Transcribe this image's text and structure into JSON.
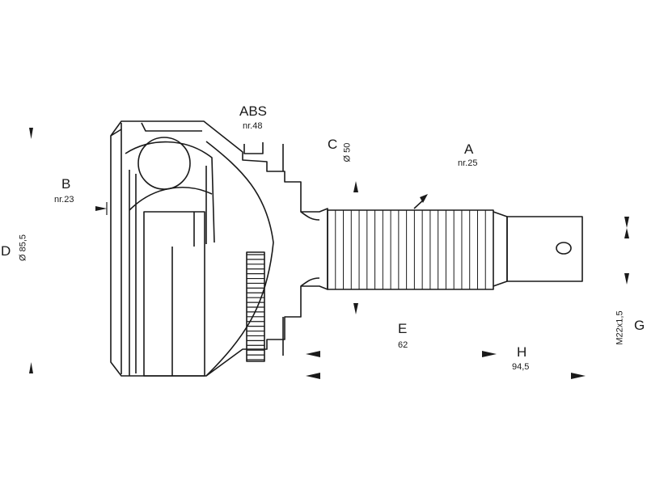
{
  "labels": {
    "abs": {
      "letter": "ABS",
      "value": "nr.48"
    },
    "a": {
      "letter": "A",
      "value": "nr.25"
    },
    "b": {
      "letter": "B",
      "value": "nr.23"
    },
    "c": {
      "letter": "C",
      "value": "Ø 50"
    },
    "d": {
      "letter": "D",
      "value": "Ø 85,5"
    },
    "e": {
      "letter": "E",
      "value": "62"
    },
    "h": {
      "letter": "H",
      "value": "94,5"
    },
    "g": {
      "letter": "G",
      "value": "M22x1,5"
    }
  },
  "colors": {
    "line": "#1a1a1a",
    "background": "#ffffff"
  },
  "components": {
    "shaft_splines": 20,
    "abs_ring_teeth": 22
  }
}
